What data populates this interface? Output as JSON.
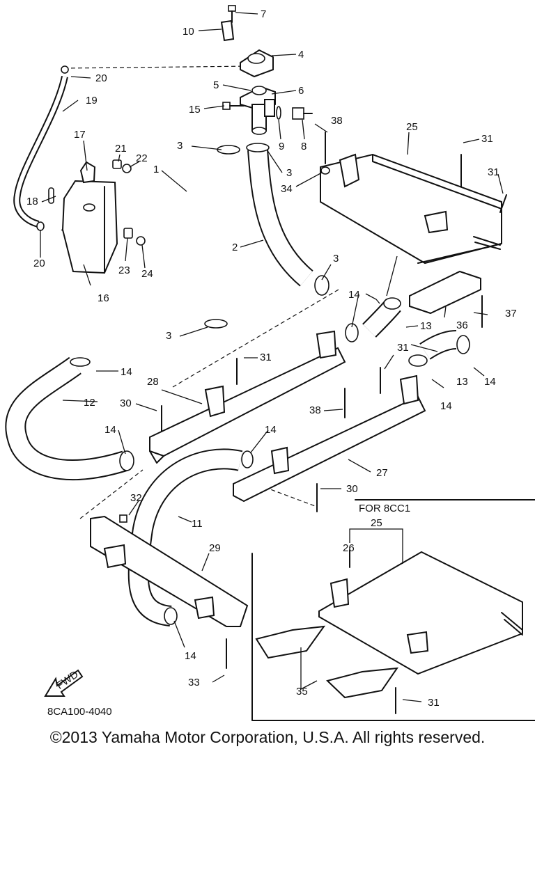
{
  "copyright": "©2013 Yamaha Motor Corporation, U.S.A. All rights reserved.",
  "diagram_code": "8CA100-4040",
  "inset_title": "FOR 8CC1",
  "fwd_label": "FWD",
  "callouts": [
    "1",
    "2",
    "3",
    "4",
    "5",
    "6",
    "7",
    "8",
    "9",
    "10",
    "11",
    "12",
    "13",
    "14",
    "15",
    "16",
    "17",
    "18",
    "19",
    "20",
    "21",
    "22",
    "23",
    "24",
    "25",
    "26",
    "27",
    "28",
    "29",
    "30",
    "31",
    "32",
    "33",
    "34",
    "35",
    "36",
    "37",
    "38"
  ]
}
